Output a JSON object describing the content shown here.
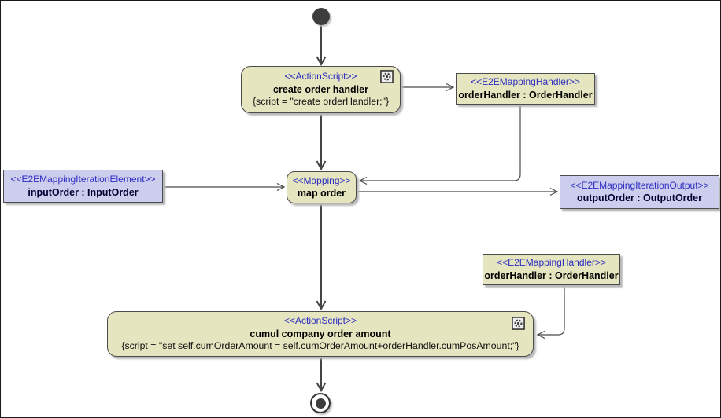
{
  "colors": {
    "action_bg": "#e5e5bf",
    "object_bg": "#cdcdee",
    "stereotype_color": "#2d2dc2",
    "object_name_color": "#000033",
    "edge_color": "#4a4a4a"
  },
  "nodes": {
    "create_order_handler": {
      "stereotype": "<<ActionScript>>",
      "name": "create order handler",
      "script": "{script = \"create orderHandler;\"}"
    },
    "order_handler_top": {
      "stereotype": "<<E2EMappingHandler>>",
      "name": "orderHandler : OrderHandler"
    },
    "input_order": {
      "stereotype": "<<E2EMappingIterationElement>>",
      "name": "inputOrder : InputOrder"
    },
    "map_order": {
      "stereotype": "<<Mapping>>",
      "name": "map order"
    },
    "output_order": {
      "stereotype": "<<E2EMappingIterationOutput>>",
      "name": "outputOrder : OutputOrder"
    },
    "order_handler_bottom": {
      "stereotype": "<<E2EMappingHandler>>",
      "name": "orderHandler : OrderHandler"
    },
    "cumul_company_order_amount": {
      "stereotype": "<<ActionScript>>",
      "name": "cumul company order amount",
      "script": "{script = \"set self.cumOrderAmount = self.cumOrderAmount+orderHandler.cumPosAmount;\"}"
    }
  }
}
